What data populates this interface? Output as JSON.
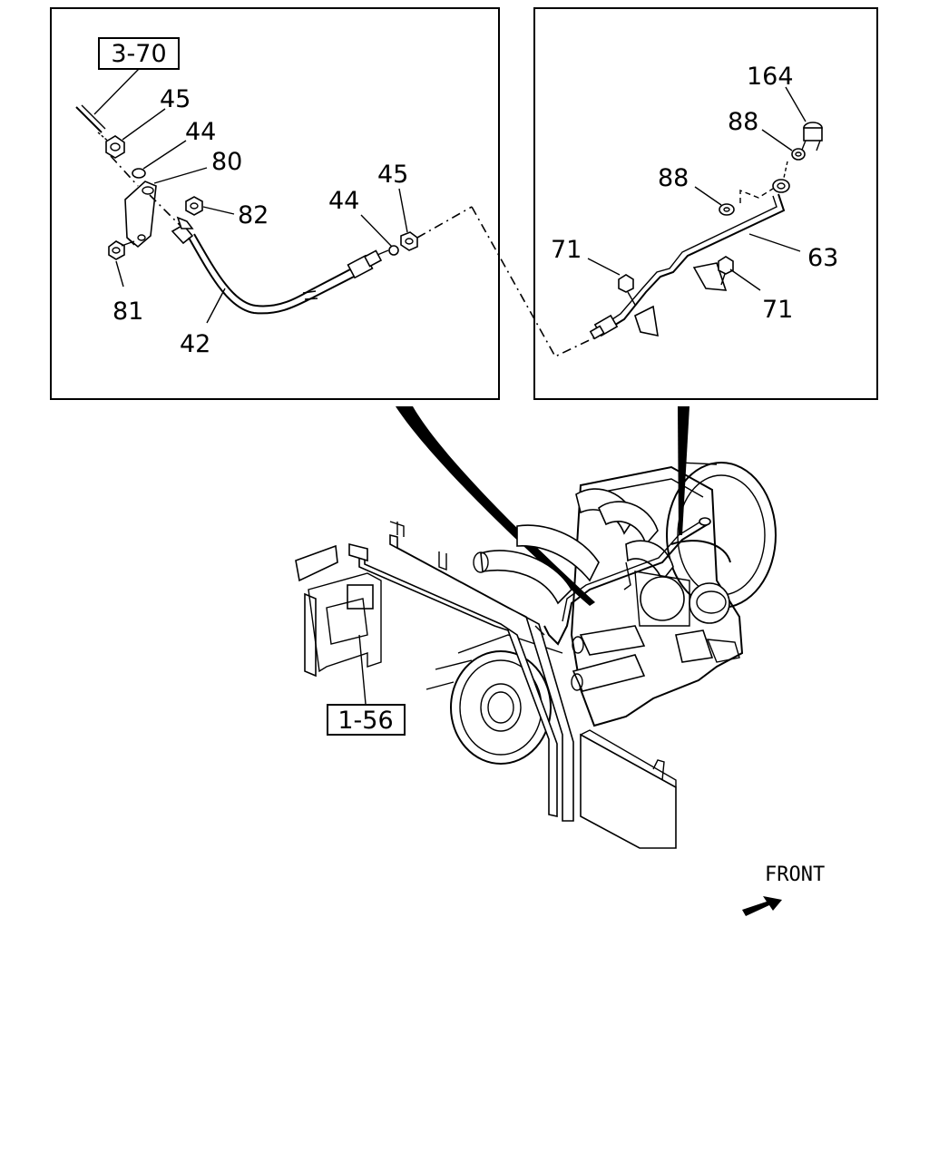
{
  "labels": {
    "ref_3_70": "3-70",
    "ref_1_56": "1-56",
    "p45_a": "45",
    "p44_a": "44",
    "p80": "80",
    "p82": "82",
    "p81": "81",
    "p42": "42",
    "p44_b": "44",
    "p45_b": "45",
    "p164": "164",
    "p88_a": "88",
    "p88_b": "88",
    "p71_a": "71",
    "p63": "63",
    "p71_b": "71",
    "front": "FRONT"
  },
  "icons": {
    "front_arrow": "front-arrow-icon"
  }
}
